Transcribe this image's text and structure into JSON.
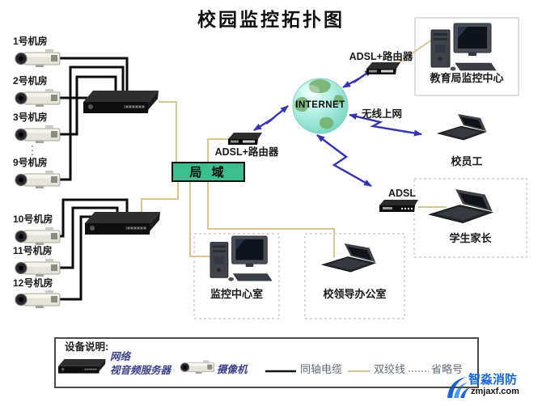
{
  "title": "校园监控拓扑图",
  "cameras": [
    {
      "label": "1号机房"
    },
    {
      "label": "2号机房"
    },
    {
      "label": "3号机房"
    },
    {
      "label": "9号机房"
    },
    {
      "label": "10号机房"
    },
    {
      "label": "11号机房"
    },
    {
      "label": "12号机房"
    }
  ],
  "lan_label": "局 域",
  "internet_label": "INTERNET",
  "center_router_label": "ADSL+路由器",
  "top_right_router_label": "ADSL+路由器",
  "wireless_label": "无线上网",
  "adsl_label": "ADSL",
  "nodes": {
    "edu_center": "教育局监控中心",
    "staff": "校员工",
    "parents": "学生家长",
    "monitor_room": "监控中心室",
    "leader_office": "校领导办公室"
  },
  "legend": {
    "title": "设备说明:",
    "server_line1": "网络",
    "server_line2": "视音频服务器",
    "camera": "摄像机",
    "coaxial": "同轴电缆",
    "twisted_pair": "双绞线",
    "ellipsis": "省略号"
  },
  "watermark": {
    "name": "智淼消防",
    "url": "zmjaxf.com"
  },
  "colors": {
    "lan_green": "#3CBE8E",
    "cable_tan": "#D8C690",
    "arrow_blue": "#3333B3",
    "watermark_blue": "#1565D8",
    "legend_text_blue": "#3B3F8C"
  }
}
